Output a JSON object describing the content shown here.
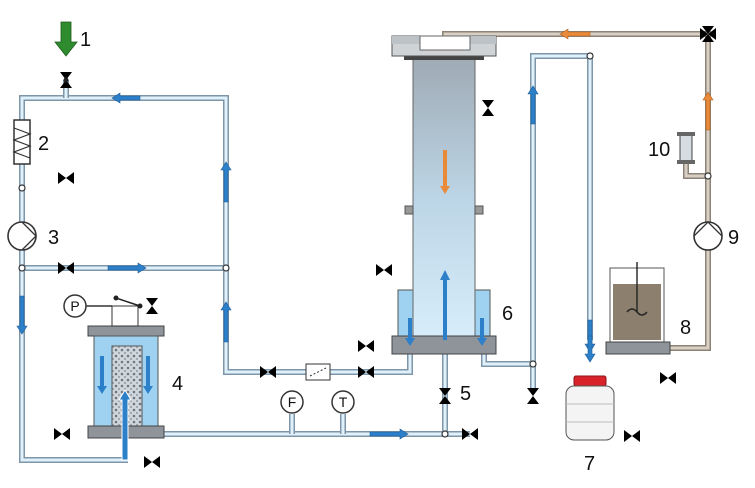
{
  "labels": {
    "feed_inlet": "1",
    "filter": "2",
    "pump_recirculation": "3",
    "packed_column": "4",
    "valve_5": "5",
    "reactor": "6",
    "effluent_container": "7",
    "feed_tank": "8",
    "pump_feed": "9",
    "flowmeter": "10"
  },
  "gauges": {
    "pressure": "P",
    "flow": "F",
    "temperature": "T"
  },
  "colors": {
    "water_pipe": "#dff1fb",
    "pipe_wall": "#7f95a8",
    "feed_pipe": "#8c8275",
    "flow_arrow": "#2c7fc9",
    "feed_arrow": "#e88a3a",
    "inlet_arrow": "#2e8b2e",
    "liquid": "#a7d6f2",
    "sludge": "#8c7f6e"
  }
}
